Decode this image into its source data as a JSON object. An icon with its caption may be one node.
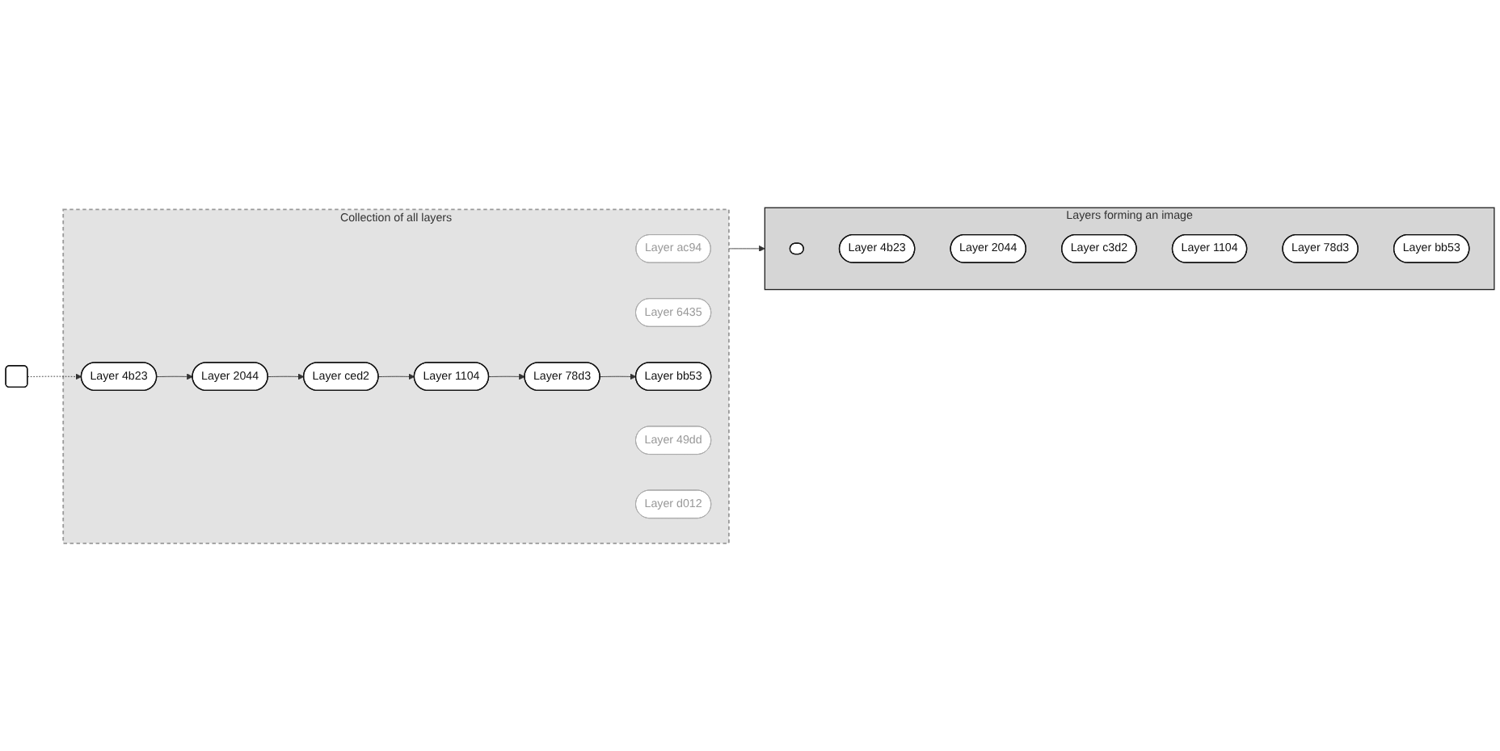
{
  "diagram": {
    "nodes": [
      {
        "text": [
          "Collection of all layers"
        ]
      },
      {
        "text": [
          "Layer ac94"
        ],
        "in": 0
      },
      {
        "text": [
          "Layer 6435"
        ],
        "in": 0
      },
      {
        "text": [
          "Layer 2044"
        ],
        "in": 0
      },
      {
        "text": [
          "Layer 4b23"
        ],
        "in": 0
      },
      {
        "text": [
          "Layer ced2"
        ],
        "in": 0
      },
      {
        "text": [
          "Layer bb53"
        ],
        "in": 0
      },
      {
        "text": [
          "Layer 49dd"
        ],
        "in": 0
      },
      {
        "text": [
          "Layer 78d3"
        ],
        "in": 0
      },
      {
        "text": [
          "Layer 1104"
        ],
        "in": 0
      },
      {
        "text": [
          "Layer d012"
        ],
        "in": 0
      },
      {
        "text": [],
        "shape": "box"
      },
      {
        "text": [
          "Layers forming an image"
        ]
      },
      {
        "text": [],
        "shape": "ellipse",
        "in": 12
      },
      {
        "text": [
          "Layer 4b23"
        ],
        "in": 12
      },
      {
        "text": [
          "Layer 2044"
        ],
        "in": 12
      },
      {
        "text": [
          "Layer c3d2"
        ],
        "in": 12
      },
      {
        "text": [
          "Layer 1104"
        ],
        "in": 12
      },
      {
        "text": [
          "Layer 78d3"
        ],
        "in": 12
      },
      {
        "text": [
          "Layer bb53"
        ],
        "in": 12
      }
    ],
    "edges": [
      {
        "from": 11,
        "to": 4,
        "arrow": "to",
        "style": "dashed"
      },
      {
        "from": 4,
        "to": 3,
        "arrow": "to"
      },
      {
        "from": 3,
        "to": 5,
        "arrow": "to"
      },
      {
        "from": 5,
        "to": 9,
        "arrow": "to"
      },
      {
        "from": 9,
        "to": 8,
        "arrow": "to"
      },
      {
        "from": 8,
        "to": 6,
        "arrow": "to"
      },
      {
        "from": 0,
        "to": 12,
        "arrow": "to"
      }
    ]
  }
}
